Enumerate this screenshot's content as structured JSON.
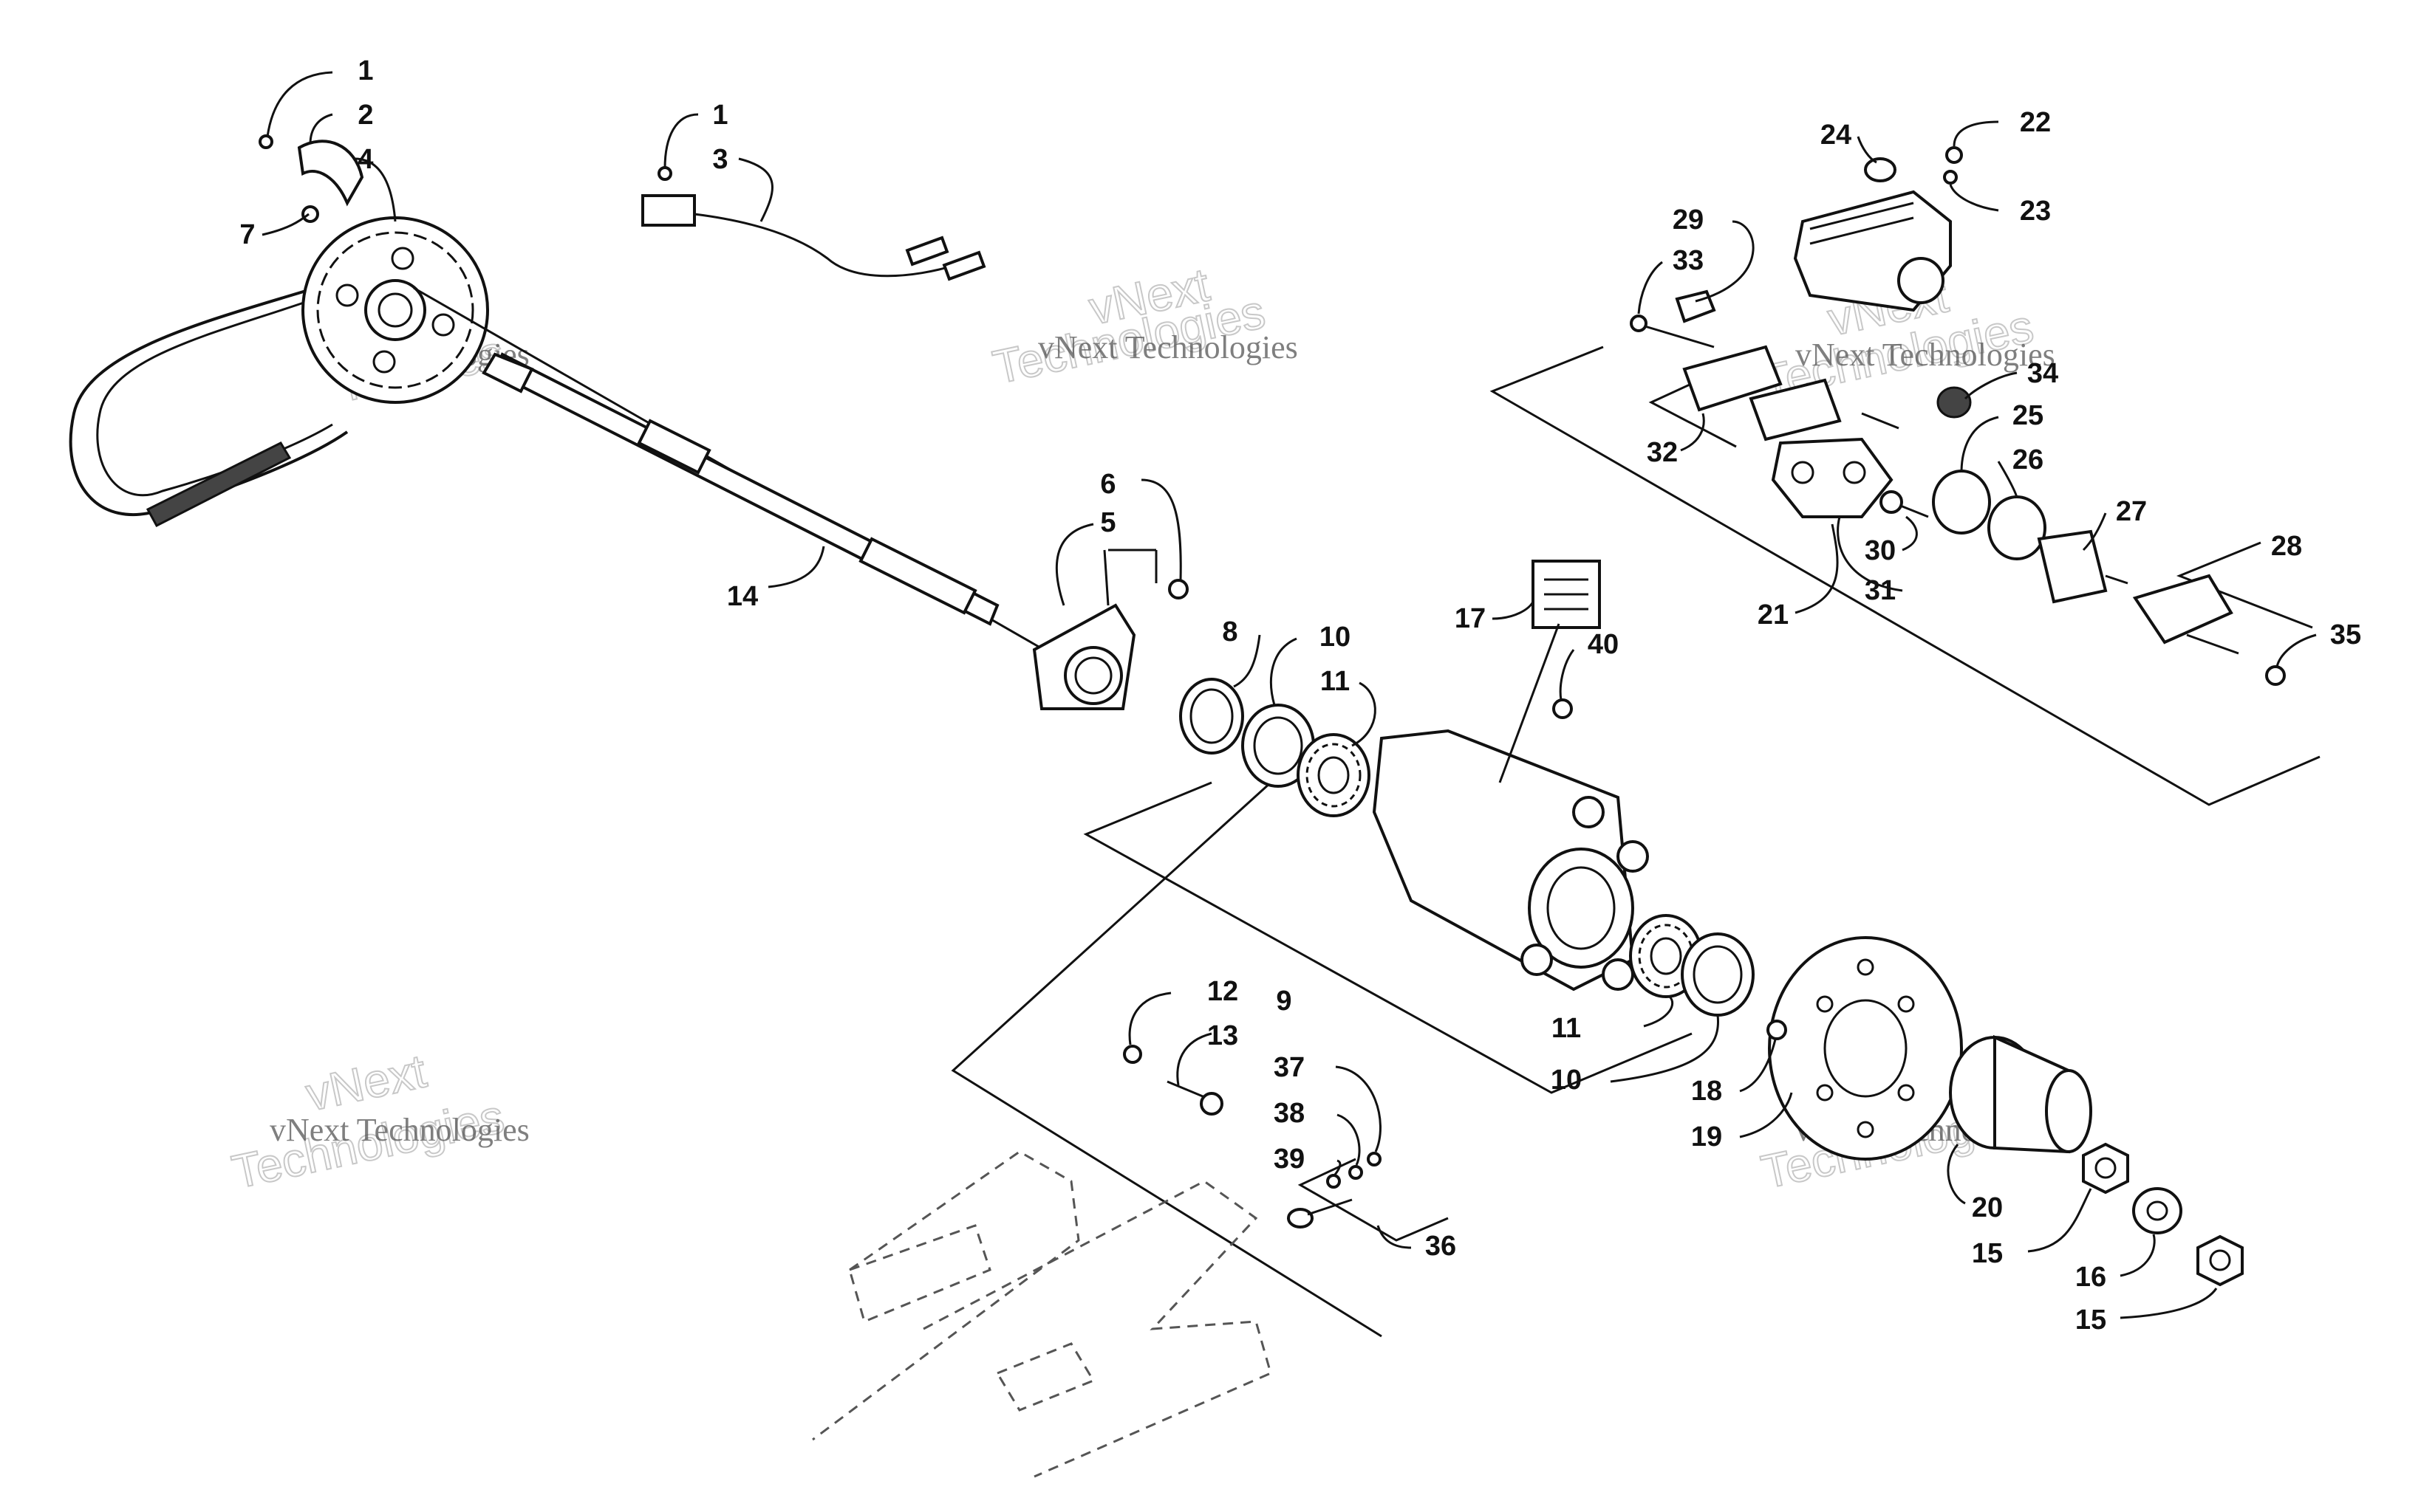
{
  "watermarks": [
    {
      "line1": "vNext",
      "line2": "Technologies"
    },
    {
      "line1": "vNext",
      "line2": "Technologies"
    },
    {
      "line1": "vNext",
      "line2": "Technologies"
    },
    {
      "line1": "vNext",
      "line2": "Technologies"
    },
    {
      "line1": "vNext",
      "line2": "Technologies"
    }
  ],
  "callouts": [
    {
      "id": "1a",
      "number": "1"
    },
    {
      "id": "2",
      "number": "2"
    },
    {
      "id": "4",
      "number": "4"
    },
    {
      "id": "7",
      "number": "7"
    },
    {
      "id": "1b",
      "number": "1"
    },
    {
      "id": "3",
      "number": "3"
    },
    {
      "id": "14",
      "number": "14"
    },
    {
      "id": "6",
      "number": "6"
    },
    {
      "id": "5",
      "number": "5"
    },
    {
      "id": "8",
      "number": "8"
    },
    {
      "id": "10a",
      "number": "10"
    },
    {
      "id": "11a",
      "number": "11"
    },
    {
      "id": "17",
      "number": "17"
    },
    {
      "id": "40",
      "number": "40"
    },
    {
      "id": "9",
      "number": "9"
    },
    {
      "id": "11b",
      "number": "11"
    },
    {
      "id": "10b",
      "number": "10"
    },
    {
      "id": "12",
      "number": "12"
    },
    {
      "id": "13",
      "number": "13"
    },
    {
      "id": "37",
      "number": "37"
    },
    {
      "id": "38",
      "number": "38"
    },
    {
      "id": "39",
      "number": "39"
    },
    {
      "id": "36",
      "number": "36"
    },
    {
      "id": "18",
      "number": "18"
    },
    {
      "id": "19",
      "number": "19"
    },
    {
      "id": "20",
      "number": "20"
    },
    {
      "id": "15a",
      "number": "15"
    },
    {
      "id": "16",
      "number": "16"
    },
    {
      "id": "15b",
      "number": "15"
    },
    {
      "id": "24",
      "number": "24"
    },
    {
      "id": "22",
      "number": "22"
    },
    {
      "id": "23",
      "number": "23"
    },
    {
      "id": "29",
      "number": "29"
    },
    {
      "id": "33",
      "number": "33"
    },
    {
      "id": "34",
      "number": "34"
    },
    {
      "id": "25",
      "number": "25"
    },
    {
      "id": "26",
      "number": "26"
    },
    {
      "id": "27",
      "number": "27"
    },
    {
      "id": "28",
      "number": "28"
    },
    {
      "id": "32",
      "number": "32"
    },
    {
      "id": "30",
      "number": "30"
    },
    {
      "id": "31",
      "number": "31"
    },
    {
      "id": "21",
      "number": "21"
    },
    {
      "id": "35",
      "number": "35"
    }
  ]
}
